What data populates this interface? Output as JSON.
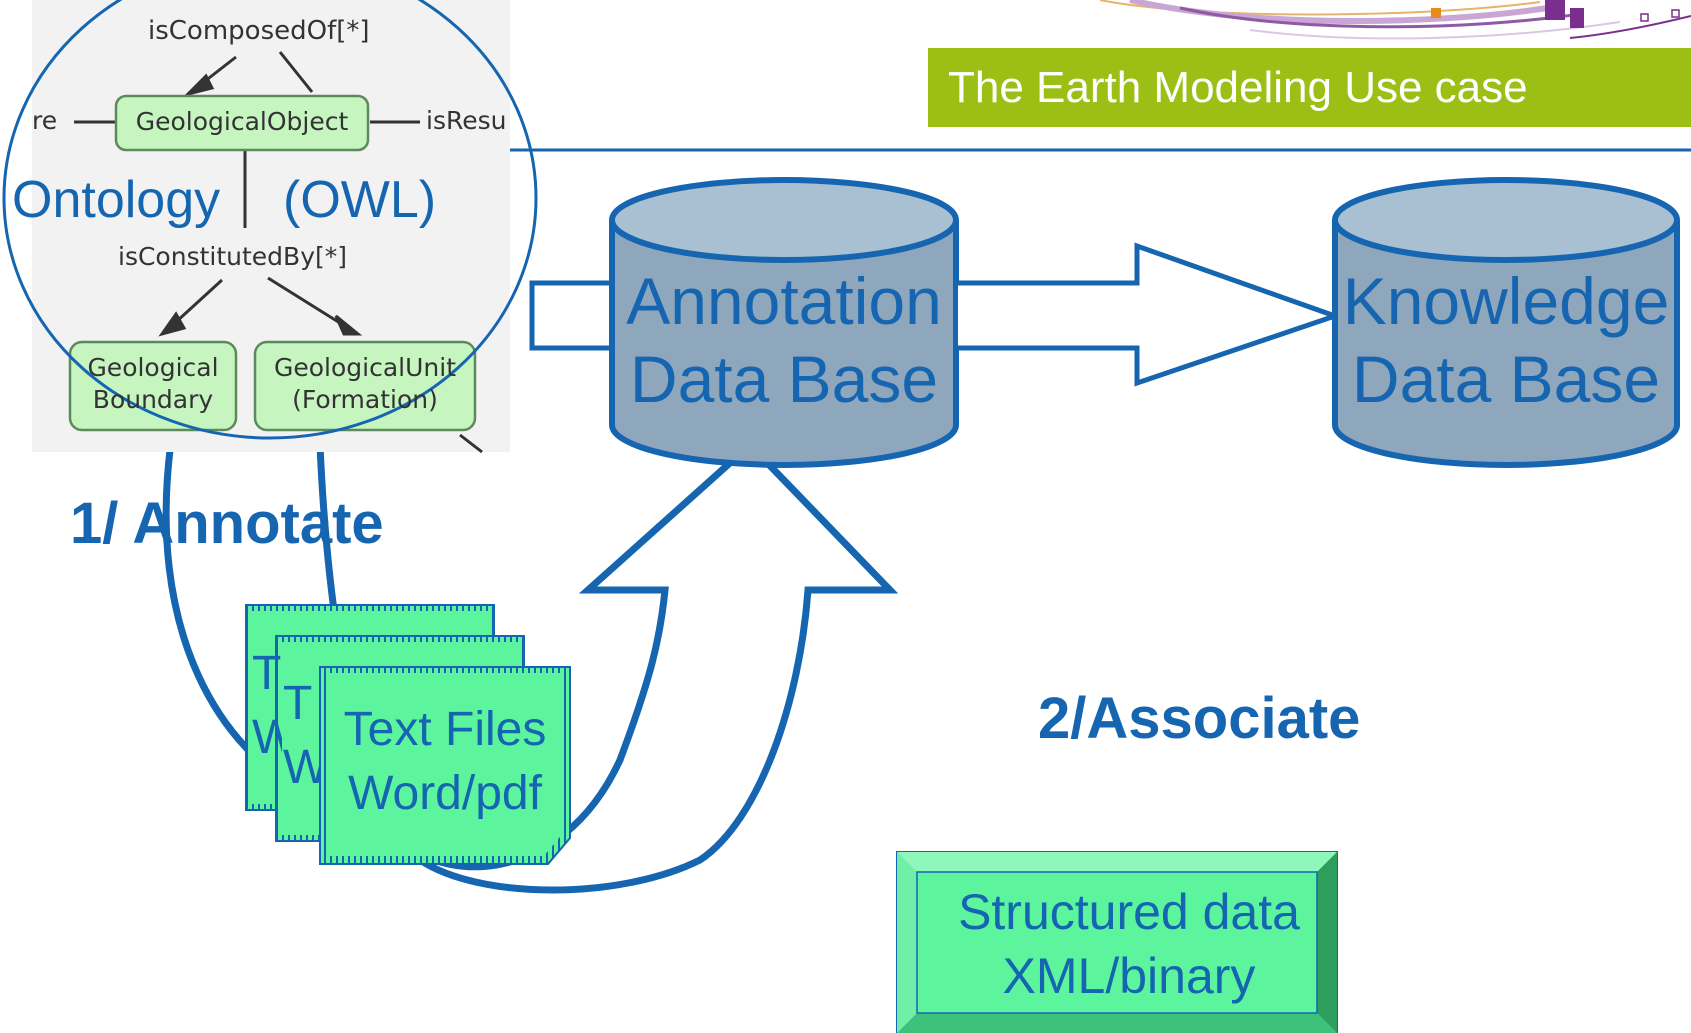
{
  "header": {
    "title": "The Earth Modeling Use case"
  },
  "ontology": {
    "label_left": "Ontology",
    "label_right": "(OWL)",
    "top_relation": "isComposedOf[*]",
    "center_node": "GeologicalObject",
    "left_relation_fragment": "re",
    "right_relation_fragment": "isResu",
    "middle_relation": "isConstitutedBy[*]",
    "node_boundary": [
      "Geological",
      "Boundary"
    ],
    "node_unit": [
      "GeologicalUnit",
      "(Formation)"
    ]
  },
  "databases": {
    "annotation": [
      "Annotation",
      "Data Base"
    ],
    "knowledge": [
      "Knowledge",
      "Data Base"
    ]
  },
  "documents": {
    "front": [
      "Text Files",
      "Word/pdf"
    ],
    "back_peek_1": [
      "T",
      "W"
    ],
    "back_peek_2": [
      "T",
      "W"
    ]
  },
  "steps": {
    "annotate": "1/ Annotate",
    "associate": "2/Associate"
  },
  "structured": [
    "Structured data",
    "XML/binary"
  ],
  "colors": {
    "blue": "#1565b0",
    "banner": "#9cbf15",
    "cylinder_fill": "#8fa7bd",
    "cylinder_top": "#a9bfd2",
    "doc_fill": "#5cf59e",
    "node_fill": "#c6f5c0",
    "logo_purple": "#7a2f8f",
    "logo_orange": "#e78a1c"
  }
}
